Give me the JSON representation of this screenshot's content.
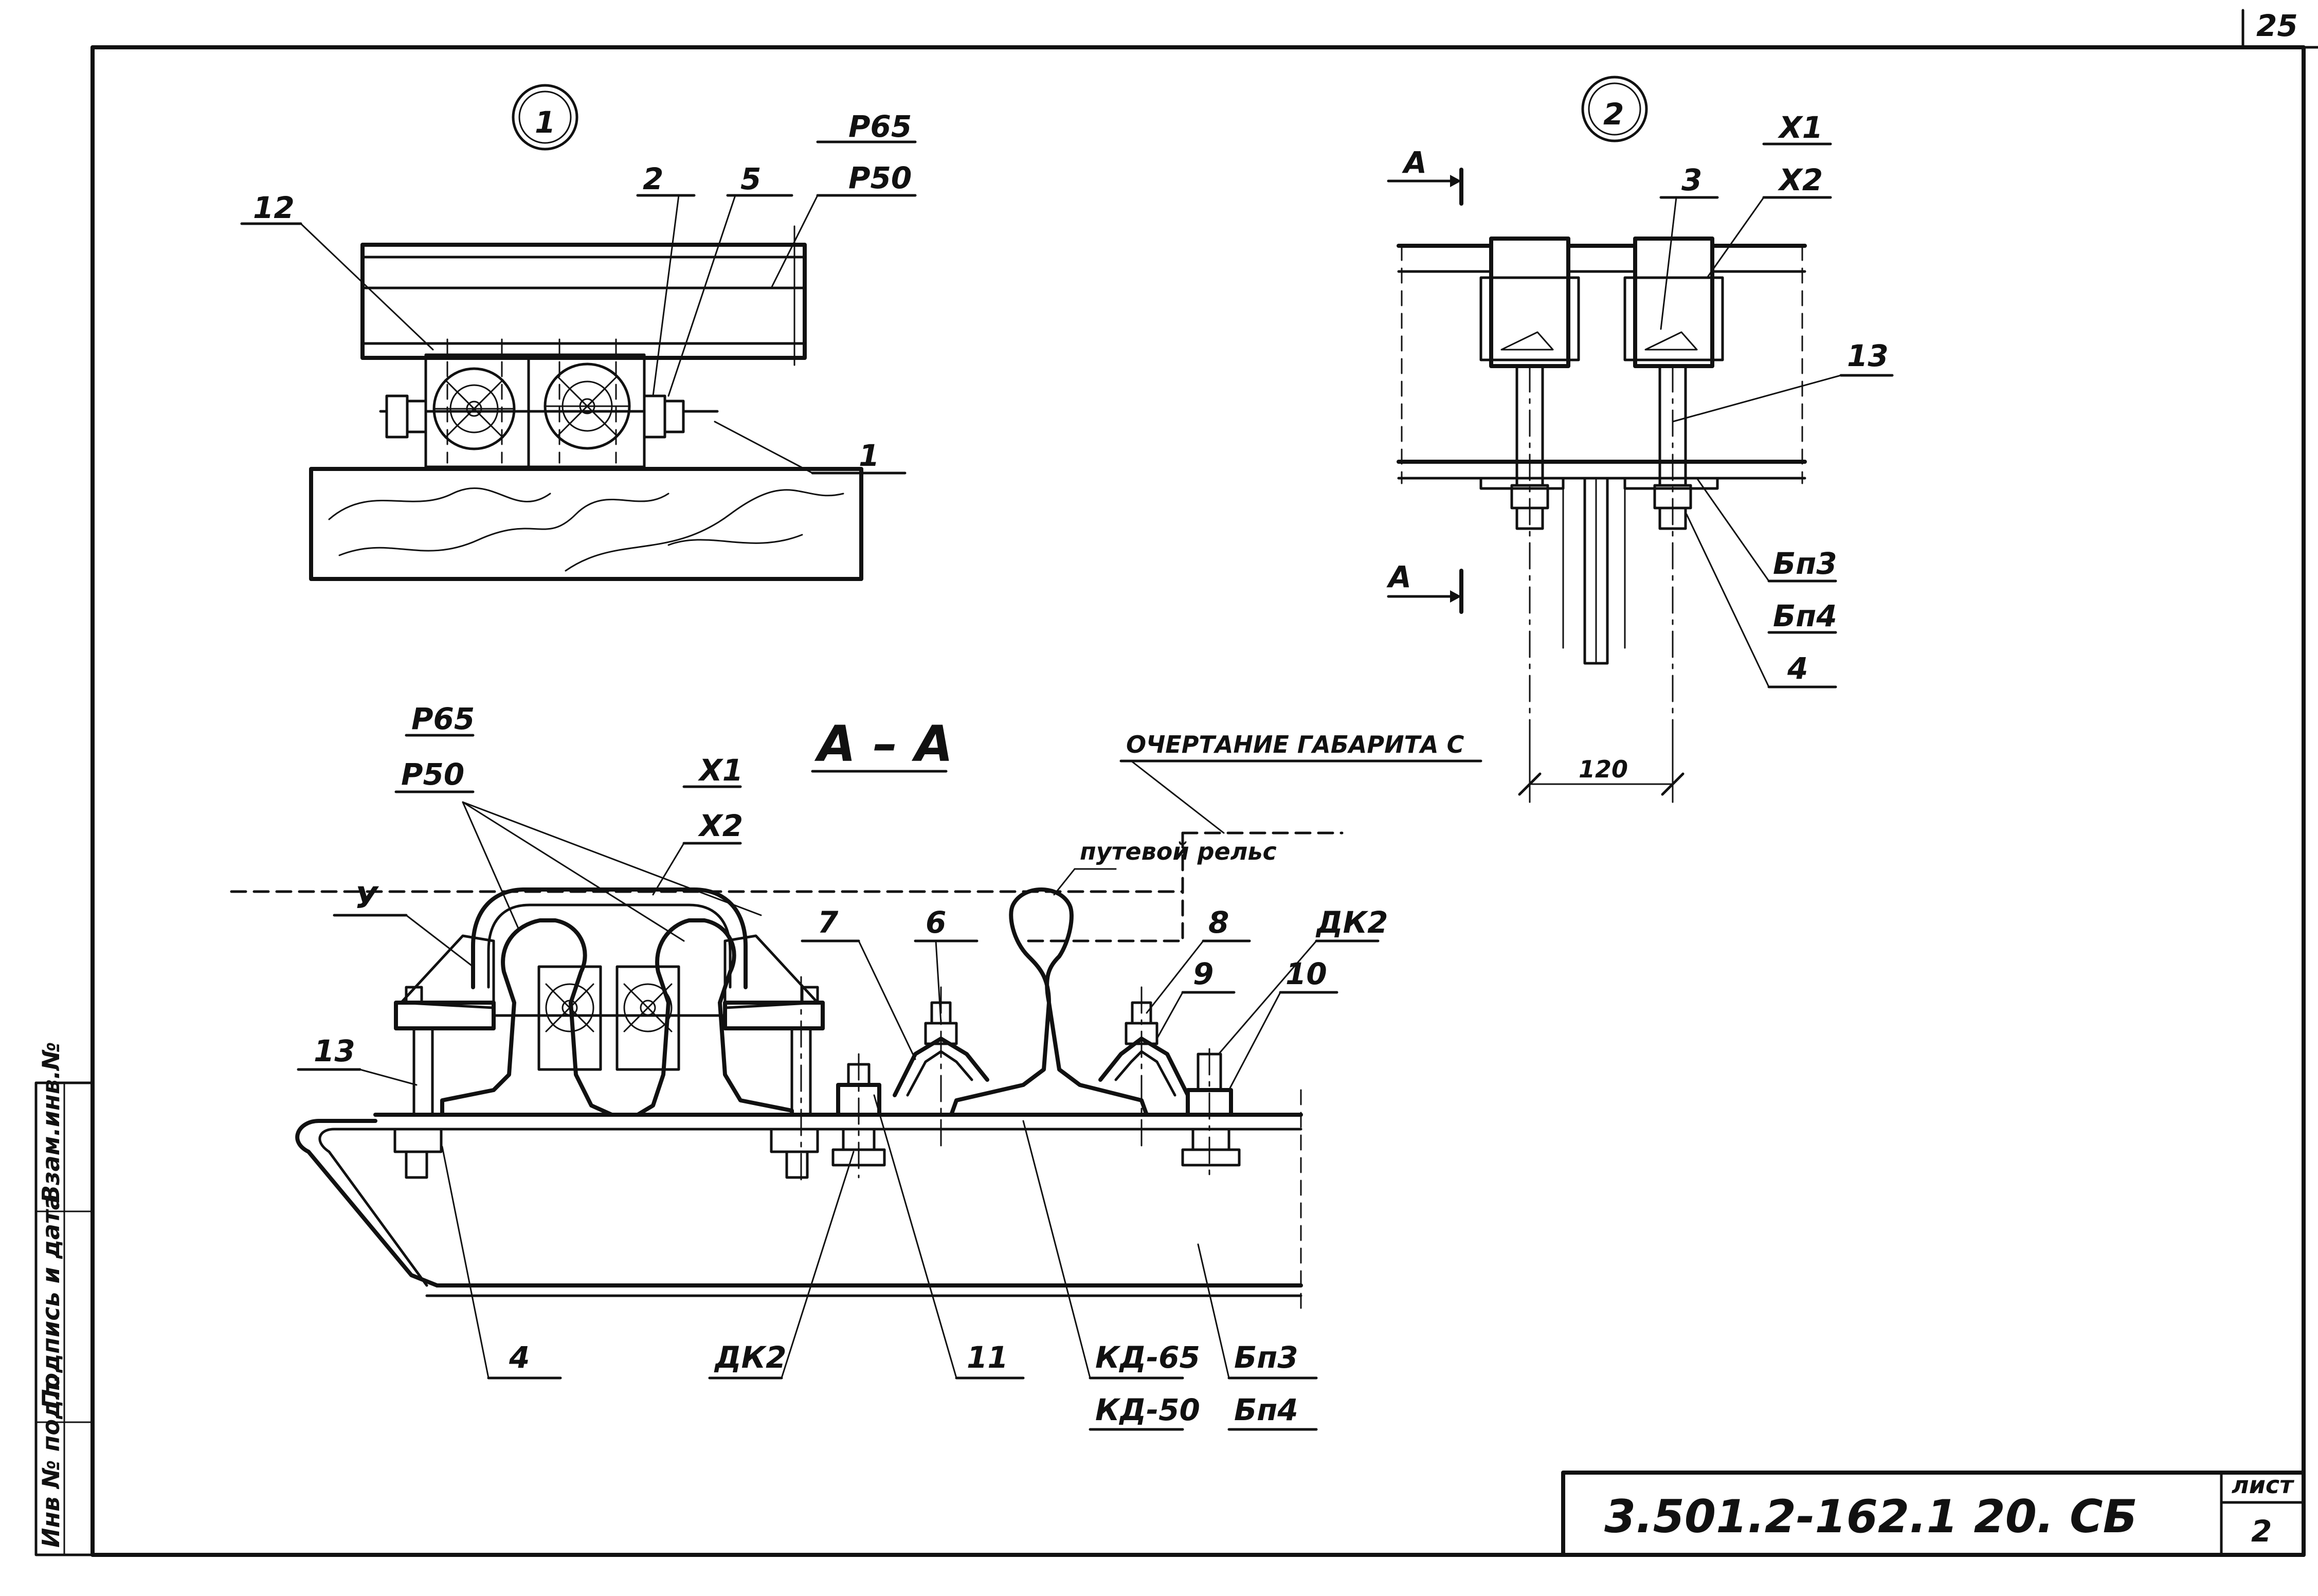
{
  "sheet": {
    "page_number": "25",
    "drawing_code": "3.501.2-162.1  20.  СБ",
    "list_label": "лист",
    "list_number": "2"
  },
  "side_stamp": {
    "inventory_original": "Инв № подл.",
    "signature_date": "Подпись и дата",
    "replacement_inventory": "Взам.инв.№"
  },
  "view1": {
    "marker": "1",
    "labels": {
      "rail_type_a": "Р65",
      "rail_type_b": "Р50",
      "pos_12": "12",
      "pos_2": "2",
      "pos_5": "5",
      "pos_1": "1"
    }
  },
  "view2": {
    "marker": "2",
    "section_mark_top": "А",
    "section_mark_bottom": "А",
    "labels": {
      "clamp_a": "Х1",
      "clamp_b": "Х2",
      "pos_3": "3",
      "pos_13": "13",
      "bp_a": "Бп3",
      "bp_b": "Бп4",
      "pos_4": "4"
    },
    "dimension": "120"
  },
  "section_aa": {
    "title": "А – А",
    "gauge_outline": "ОЧЕРТАНИЕ ГАБАРИТА С",
    "track_rail": "путевой  рельс",
    "labels": {
      "rail_a": "Р65",
      "rail_b": "Р50",
      "clamp_a": "Х1",
      "clamp_b": "Х2",
      "y_mark": "У",
      "pos_13": "13",
      "pos_7": "7",
      "pos_6": "6",
      "pos_8": "8",
      "pos_9": "9",
      "dk2_top": "ДК2",
      "pos_10": "10",
      "pos_4": "4",
      "dk2_bottom": "ДК2",
      "pos_11": "11",
      "kd_a": "КД-65",
      "kd_b": "КД-50",
      "bp_a": "Бп3",
      "bp_b": "Бп4"
    }
  }
}
